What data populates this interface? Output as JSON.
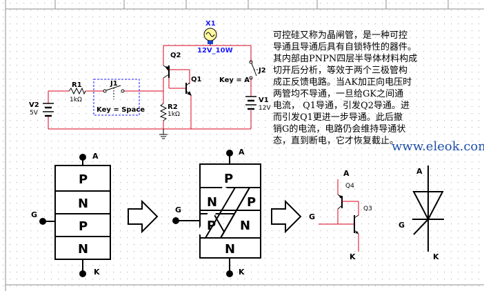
{
  "circuit": {
    "lamp_ref": "X1",
    "lamp_value": "12V_10W",
    "q2_label": "Q2",
    "q1_label": "Q1",
    "r1_ref": "R1",
    "r1_value": "1kΩ",
    "j1_label": "J1",
    "key_space": "Key = Space",
    "v2_ref": "V2",
    "v2_value": "5V",
    "r2_ref": "R2",
    "r2_value": "1kΩ",
    "key_a": "Key = A",
    "j2_label": "J2",
    "v1_ref": "V1",
    "v1_value": "12V"
  },
  "description": {
    "lines": [
      "可控硅又称为晶闸管，是一种可控",
      "导通且导通后具有自锁特性的器件。",
      "其内部由PNPN四层半导体材料构成",
      "切开后分析，等效于两个三极管构",
      "成正反馈电路。当AK加正向电压时",
      "两管均不导通，一旦给GK之间通",
      "电流， Q1导通，引发Q2导通。进",
      "而引发Q1更进一步导通。此后撤",
      "销G的电流，电路仍会维持导通状",
      "态，直到断电，它才恢复截止。"
    ]
  },
  "watermark": "www.eleok.com",
  "structure1": {
    "layers": [
      "P",
      "N",
      "P",
      "N"
    ],
    "anode": "A",
    "gate": "G",
    "cathode": "K"
  },
  "structure2": {
    "top": "P",
    "left_n": "N",
    "right_p": "P",
    "left_p": "P",
    "right_n": "N",
    "bottom": "N",
    "anode": "A",
    "gate": "G",
    "cathode": "K"
  },
  "transistor_eq": {
    "anode": "A",
    "q4": "Q4",
    "q3": "Q3",
    "gate": "G",
    "cathode": "K"
  },
  "symbol": {
    "anode": "A",
    "gate": "G",
    "cathode": "K"
  },
  "colors": {
    "wire": "#d9001b",
    "blue_wire": "#1a1aff",
    "grid_dot": "#b8b8b8",
    "border": "#8c8c8c"
  }
}
